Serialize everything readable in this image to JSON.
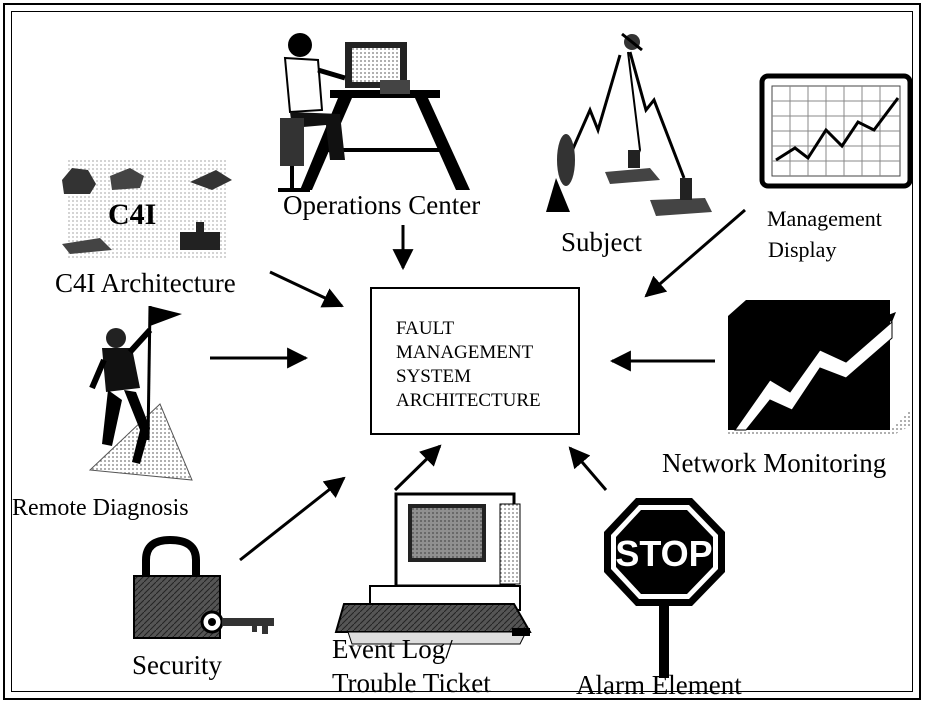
{
  "center": {
    "lines": [
      "FAULT",
      "MANAGEMENT",
      "SYSTEM",
      "ARCHITECTURE"
    ]
  },
  "labels": {
    "operations_center": "Operations Center",
    "subject": "Subject",
    "management_display_line1": "Management",
    "management_display_line2": "Display",
    "c4i_badge": "C4I",
    "c4i_architecture": "C4I Architecture",
    "remote_diagnosis": "Remote Diagnosis",
    "network_monitoring": "Network Monitoring",
    "question_mark": "?",
    "security": "Security",
    "event_log_line1": "Event Log/",
    "event_log_line2": "Trouble Ticket",
    "alarm_element": "Alarm Element",
    "stop_sign": "STOP"
  },
  "colors": {
    "ink": "#000000",
    "paper": "#ffffff",
    "gray": "#9a9a9a",
    "light_gray": "#cfcfcf"
  },
  "icons": [
    "operator-at-workstation-icon",
    "satellite-ships-icon",
    "chart-monitor-icon",
    "c4i-collage-icon",
    "climber-flag-icon",
    "rising-graph-icon",
    "padlock-key-icon",
    "computer-terminal-icon",
    "stop-sign-icon"
  ]
}
